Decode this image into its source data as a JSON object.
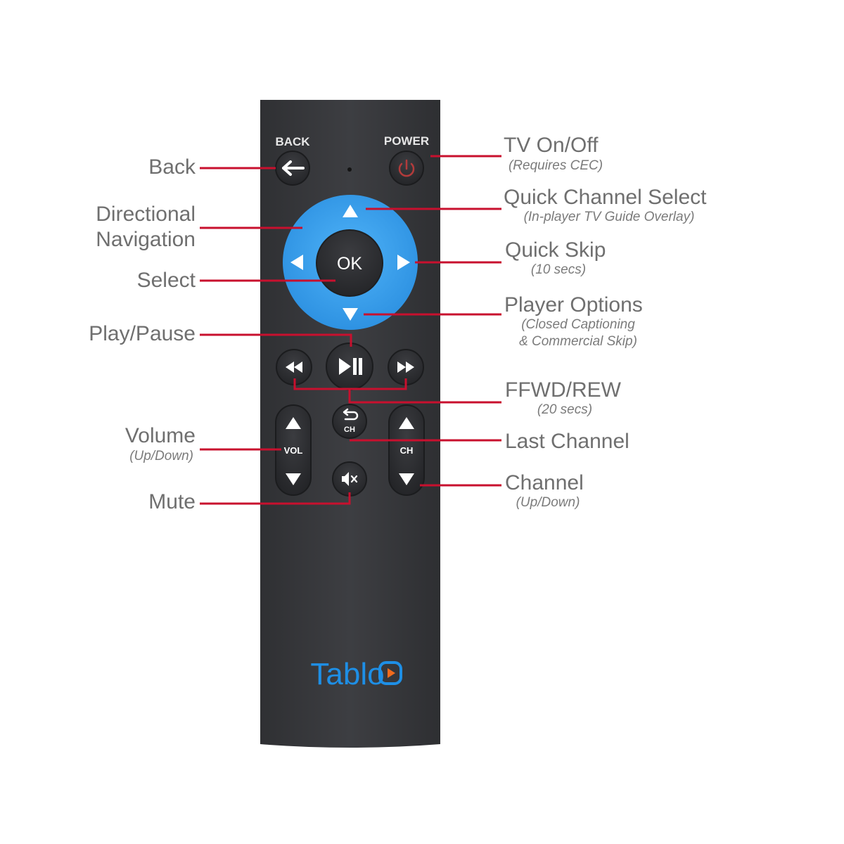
{
  "remote": {
    "back_key": "BACK",
    "power_key": "POWER",
    "ok_key": "OK",
    "vol_key": "VOL",
    "ch_key": "CH",
    "last_ch_key": "CH",
    "brand": "Tablo",
    "colors": {
      "body": "#3a3b3f",
      "button": "#2f3034",
      "nav_ring": "#3aa1f0",
      "brand_blue": "#1e8fe6",
      "brand_orange": "#f26b1d",
      "power_red": "#b23b3b",
      "callout_line": "#c8102e"
    }
  },
  "callouts": {
    "back": {
      "title": "Back"
    },
    "directional": {
      "line1": "Directional",
      "line2": "Navigation"
    },
    "select": {
      "title": "Select"
    },
    "play_pause": {
      "title": "Play/Pause"
    },
    "volume": {
      "title": "Volume",
      "note": "(Up/Down)"
    },
    "mute": {
      "title": "Mute"
    },
    "tv_onoff": {
      "title": "TV On/Off",
      "note": "(Requires CEC)"
    },
    "quick_channel": {
      "title": "Quick Channel Select",
      "note": "(In-player TV Guide Overlay)"
    },
    "quick_skip": {
      "title": "Quick Skip",
      "note": "(10 secs)"
    },
    "player_options": {
      "title": "Player Options",
      "note1": "(Closed Captioning",
      "note2": "& Commercial Skip)"
    },
    "ffwd_rew": {
      "title": "FFWD/REW",
      "note": "(20 secs)"
    },
    "last_channel": {
      "title": "Last Channel"
    },
    "channel": {
      "title": "Channel",
      "note": "(Up/Down)"
    }
  }
}
